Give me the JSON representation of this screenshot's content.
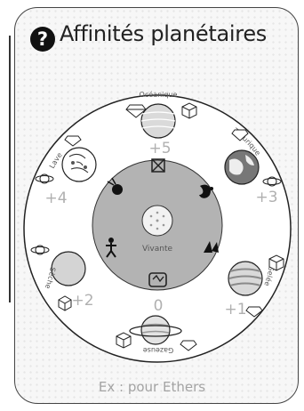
{
  "card": {
    "title": "Affinités planétaires",
    "footer": "Ex : pour Ethers"
  },
  "center": {
    "label": "Vivante"
  },
  "planets": [
    {
      "name": "Océanique",
      "value": "+5"
    },
    {
      "name": "Tellurique",
      "value": "+3"
    },
    {
      "name": "Gelée",
      "value": "+1"
    },
    {
      "name": "Gazeuse",
      "value": "0"
    },
    {
      "name": "Sèche",
      "value": "+2"
    },
    {
      "name": "Lave",
      "value": "+4"
    }
  ],
  "icons": {
    "help": "question-mark-icon",
    "resource_a": "diamond-icon",
    "resource_b": "cube-icon",
    "resource_c": "orbit-icon"
  },
  "colors": {
    "ring": "#ffffff",
    "inner_disc": "#b3b3b3",
    "outline": "#222222",
    "number": "#b0b0b0"
  }
}
